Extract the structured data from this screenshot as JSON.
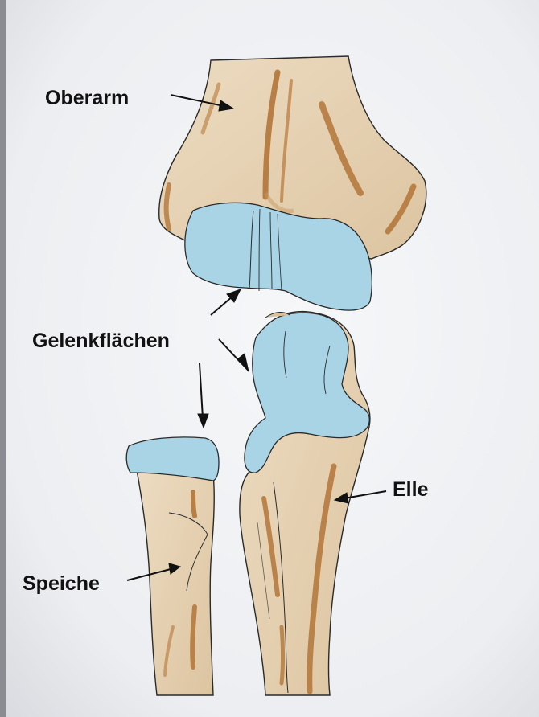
{
  "labels": {
    "oberarm": "Oberarm",
    "gelenkflaechen": "Gelenkflächen",
    "elle": "Elle",
    "speiche": "Speiche"
  },
  "colors": {
    "paper_light": "#f4f5f7",
    "paper_dark": "#d9dbe0",
    "bone": "#e6d2b4",
    "bone_shade": "#c89a62",
    "bone_streak": "#a8621f",
    "cartilage": "#a8d4e6",
    "outline": "#2a2a2a",
    "text": "#111111"
  }
}
